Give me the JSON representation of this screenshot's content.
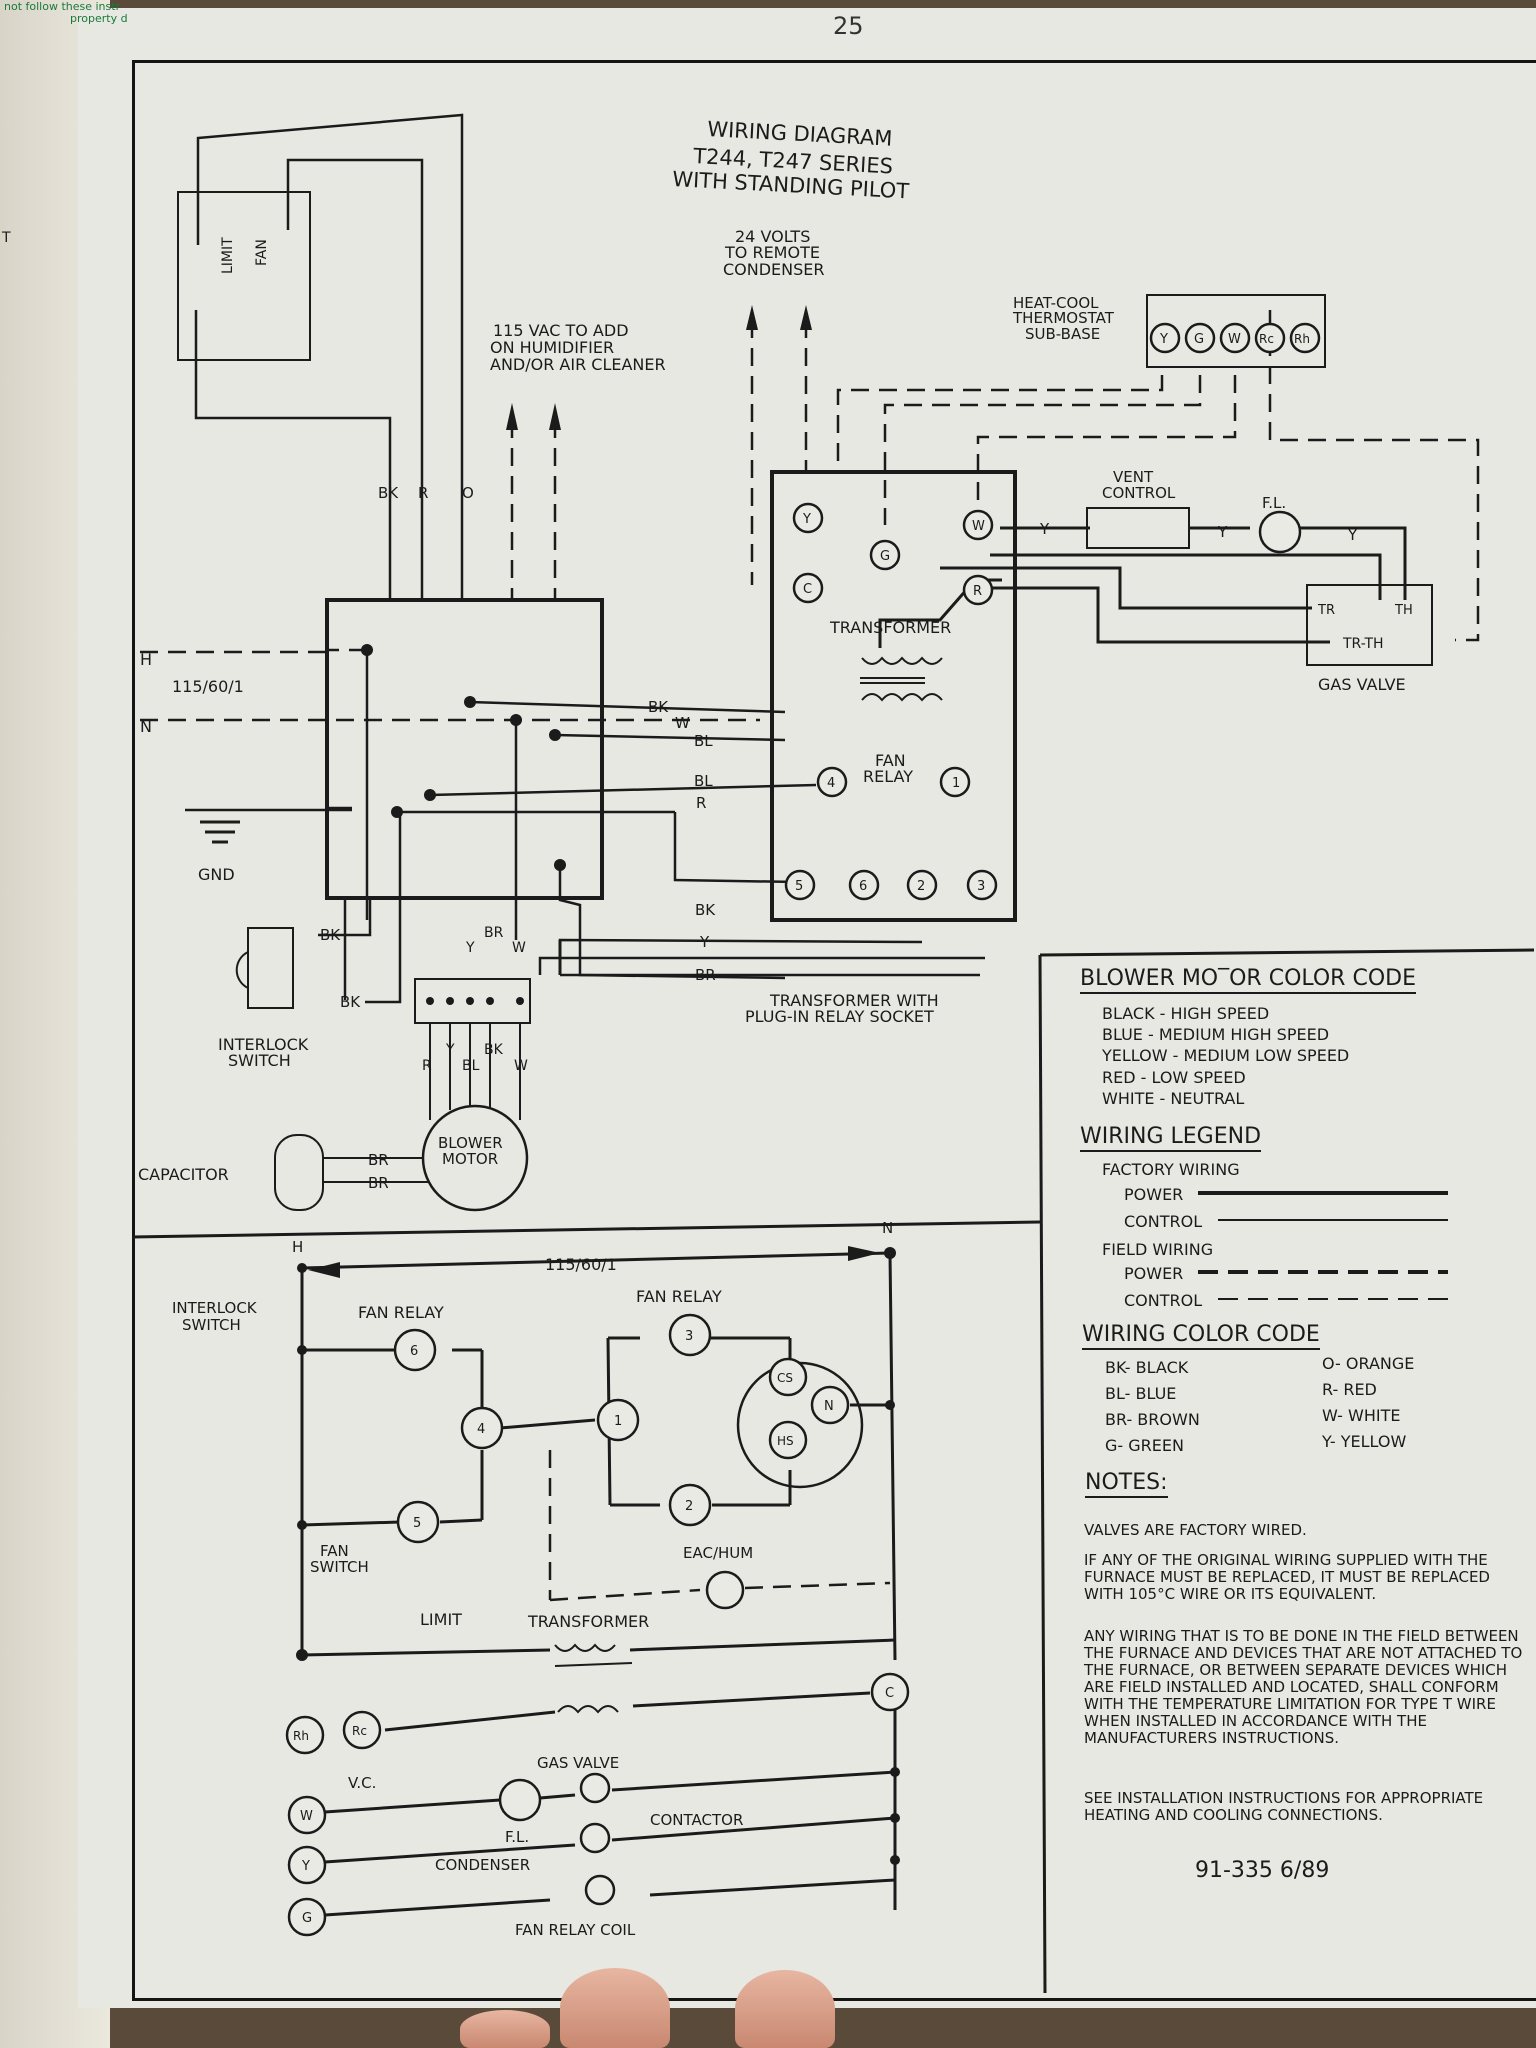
{
  "page_number": "25",
  "title": [
    "WIRING DIAGRAM",
    "T244, T247 SERIES",
    "WITH STANDING PILOT"
  ],
  "top_labels": {
    "remote": [
      "24 VOLTS",
      "TO REMOTE",
      "CONDENSER"
    ],
    "humidifier": [
      "115 VAC TO ADD",
      "ON HUMIDIFIER",
      "AND/OR AIR CLEANER"
    ],
    "thermostat": [
      "HEAT-COOL",
      "THERMOSTAT",
      "SUB-BASE"
    ],
    "thermostat_terminals": [
      "Y",
      "G",
      "W",
      "Rc",
      "Rh"
    ],
    "vent_control": [
      "VENT",
      "CONTROL"
    ],
    "fl": "F.L.",
    "gas_valve": "GAS VALVE",
    "gas_valve_terminals": [
      "TR",
      "TH",
      "TR-TH"
    ],
    "transformer": "TRANSFORMER",
    "fan_relay": [
      "FAN",
      "RELAY"
    ],
    "transformer_socket": [
      "TRANSFORMER WITH",
      "PLUG-IN RELAY SOCKET"
    ],
    "transformer_terminals": [
      "Y",
      "G",
      "W",
      "C",
      "R"
    ],
    "relay_terminals": [
      "4",
      "1",
      "5",
      "6",
      "2",
      "3"
    ],
    "supply": "115/60/1",
    "h": "H",
    "n": "N",
    "gnd": "GND",
    "interlock": [
      "INTERLOCK",
      "SWITCH"
    ],
    "capacitor": "CAPACITOR",
    "blower_motor": [
      "BLOWER",
      "MOTOR"
    ],
    "wire_y": "Y",
    "wires_top": [
      "BK",
      "R",
      "O"
    ],
    "wires_right": [
      "BK",
      "W",
      "BL",
      "BL",
      "R",
      "BK",
      "Y",
      "BR"
    ],
    "wires_interlock": [
      "BK",
      "BK"
    ],
    "wires_plug_top": [
      "Y",
      "BR",
      "W"
    ],
    "wires_plug_bottom": [
      "R",
      "Y",
      "BL",
      "BK",
      "W"
    ],
    "wires_cap": [
      "BR",
      "BR"
    ],
    "limit": "LIMIT",
    "fan": "FAN"
  },
  "ladder": {
    "h": "H",
    "n": "N",
    "supply": "115/60/1",
    "interlock": [
      "INTERLOCK",
      "SWITCH"
    ],
    "fan_relay": "FAN RELAY",
    "fan_switch": [
      "FAN",
      "SWITCH"
    ],
    "eac_hum": "EAC/HUM",
    "limit": "LIMIT",
    "transformer": "TRANSFORMER",
    "gas_valve": "GAS VALVE",
    "vc": "V.C.",
    "fl": "F.L.",
    "contactor": "CONTACTOR",
    "condenser": "CONDENSER",
    "fan_relay_coil": "FAN RELAY COIL",
    "terminals": [
      "6",
      "4",
      "5",
      "3",
      "1",
      "2",
      "CS",
      "HS",
      "N",
      "Rh",
      "Rc",
      "C",
      "W",
      "Y",
      "G"
    ]
  },
  "blower_code": {
    "heading": "BLOWER MO‾OR COLOR CODE",
    "items": [
      "BLACK - HIGH SPEED",
      "BLUE - MEDIUM HIGH SPEED",
      "YELLOW - MEDIUM LOW SPEED",
      "RED - LOW SPEED",
      "WHITE - NEUTRAL"
    ]
  },
  "legend": {
    "heading": "WIRING LEGEND",
    "factory": "FACTORY WIRING",
    "power": "POWER",
    "control": "CONTROL",
    "field": "FIELD WIRING"
  },
  "color_code": {
    "heading": "WIRING COLOR CODE",
    "left": [
      "BK- BLACK",
      "BL- BLUE",
      "BR- BROWN",
      "G- GREEN"
    ],
    "right": [
      "O- ORANGE",
      "R- RED",
      "W- WHITE",
      "Y- YELLOW"
    ]
  },
  "notes": {
    "heading": "NOTES:",
    "items": [
      "VALVES ARE FACTORY WIRED.",
      "IF ANY OF THE ORIGINAL WIRING SUPPLIED WITH THE FURNACE MUST BE REPLACED, IT MUST BE REPLACED WITH 105°C WIRE OR ITS EQUIVALENT.",
      "ANY WIRING THAT IS TO BE DONE IN THE FIELD BETWEEN THE FURNACE AND DEVICES THAT ARE NOT ATTACHED TO THE FURNACE, OR BETWEEN SEPARATE DEVICES WHICH ARE FIELD INSTALLED AND LOCATED, SHALL CONFORM WITH THE TEMPERATURE LIMITATION FOR TYPE T WIRE WHEN INSTALLED IN ACCORDANCE WITH THE MANUFACTURERS INSTRUCTIONS.",
      "SEE INSTALLATION INSTRUCTIONS FOR APPROPRIATE HEATING AND COOLING CONNECTIONS."
    ],
    "form_number": "91-335   6/89"
  },
  "left_page_text": [
    "not follow these instr",
    "property d",
    "T"
  ]
}
